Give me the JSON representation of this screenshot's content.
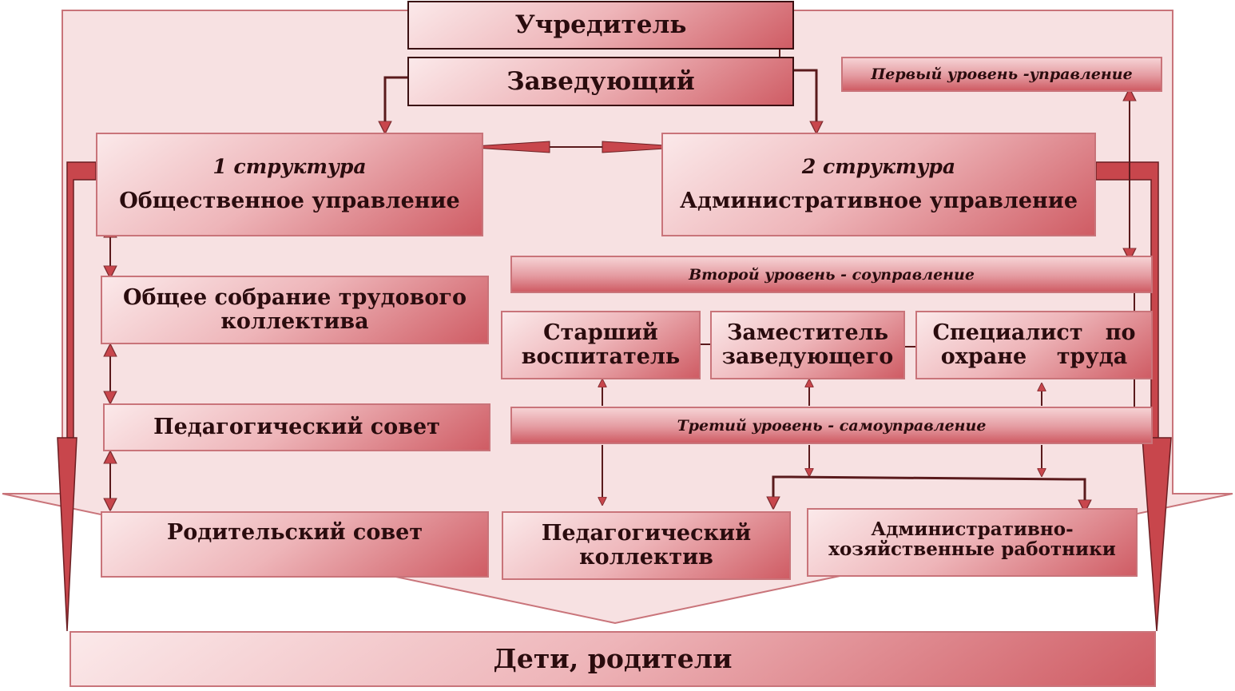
{
  "founder": "Учредитель",
  "head": "Заведующий",
  "levels": {
    "first": "Первый уровень -управление",
    "second": "Второй  уровень - соуправление",
    "third": "Третий  уровень - самоуправление"
  },
  "structure1": {
    "title": "1 структура",
    "name": "Общественное управление"
  },
  "structure2": {
    "title": "2 структура",
    "name": "Административное управление"
  },
  "left_column": [
    [
      "Общее  собрание трудового",
      "коллектива"
    ],
    [
      "Педагогический совет"
    ],
    [
      "Родительский совет"
    ]
  ],
  "admin_roles": [
    [
      "Старший",
      "воспитатель"
    ],
    [
      "Заместитель",
      "заведующего"
    ],
    [
      "Специалист   по",
      "охране    труда"
    ]
  ],
  "staff_groups": [
    [
      "Педагогический",
      "коллектив"
    ],
    [
      "Административно-",
      "хозяйственные работники"
    ]
  ],
  "bottom": "Дети, родители",
  "colors": {
    "accent": "#c8464c",
    "border": "#c9747a",
    "frame": "#5a1a1c",
    "background": "#f7e1e2"
  }
}
